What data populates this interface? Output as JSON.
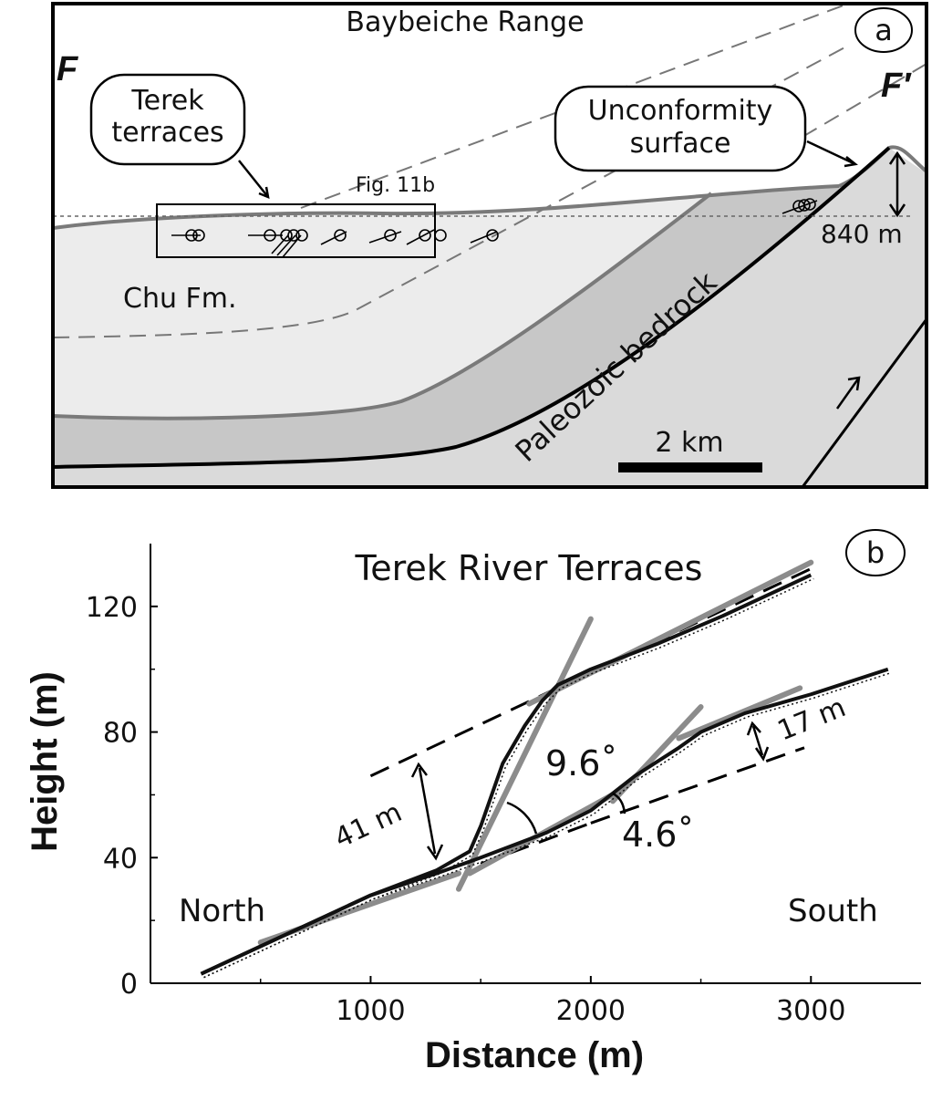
{
  "panel_a": {
    "letter": "a",
    "range_label": "Baybeiche Range",
    "left_marker": "F",
    "right_marker": "F′",
    "terraces_label_line1": "Terek",
    "terraces_label_line2": "terraces",
    "unconformity_label_line1": "Unconformity",
    "unconformity_label_line2": "surface",
    "figure_ref": "Fig. 11b",
    "height_label": "840 m",
    "formation_label": "Chu Fm.",
    "bedrock_label": "Paleozoic bedrock",
    "scale_label": "2 km"
  },
  "panel_b": {
    "letter": "b",
    "annotations": {
      "offset_upper": "41 m",
      "offset_lower": "17 m",
      "angle_upper": "9.6˚",
      "angle_lower": "4.6˚",
      "north": "North",
      "south": "South"
    }
  },
  "chart_data": {
    "type": "line",
    "title": "Terek River Terraces",
    "xlabel": "Distance (m)",
    "ylabel": "Height (m)",
    "xlim": [
      0,
      3500
    ],
    "ylim": [
      0,
      140
    ],
    "xticks": [
      1000,
      2000,
      3000
    ],
    "yticks": [
      0,
      40,
      80,
      120
    ],
    "series": [
      {
        "x": [
          230,
          600,
          1000,
          1300,
          1450,
          1500,
          1600,
          1700,
          1780,
          1850,
          2000,
          2300,
          2600,
          3000
        ],
        "y": [
          3,
          15,
          28,
          36,
          42,
          50,
          70,
          82,
          90,
          95,
          100,
          108,
          117,
          130
        ]
      },
      {
        "x": [
          230,
          600,
          1000,
          1300,
          1500,
          1800,
          2000,
          2200,
          2400,
          2500,
          2700,
          3000,
          3350
        ],
        "y": [
          3,
          15,
          28,
          35,
          40,
          48,
          55,
          66,
          75,
          80,
          86,
          92,
          100
        ]
      }
    ],
    "fit_lines": [
      {
        "x": [
          1720,
          3000
        ],
        "y": [
          89,
          134
        ]
      },
      {
        "x": [
          1400,
          2000
        ],
        "y": [
          30,
          116
        ]
      },
      {
        "x": [
          500,
          1400
        ],
        "y": [
          13,
          35
        ]
      },
      {
        "x": [
          1450,
          2150
        ],
        "y": [
          35,
          62
        ]
      },
      {
        "x": [
          2100,
          2500
        ],
        "y": [
          58,
          88
        ]
      },
      {
        "x": [
          2400,
          2950
        ],
        "y": [
          78,
          94
        ]
      }
    ],
    "projections": [
      {
        "x": [
          1000,
          3000
        ],
        "y": [
          66,
          132
        ]
      },
      {
        "x": [
          1500,
          2000
        ],
        "y": [
          38,
          51
        ]
      },
      {
        "x": [
          2000,
          2970
        ],
        "y": [
          51,
          75
        ]
      }
    ]
  }
}
